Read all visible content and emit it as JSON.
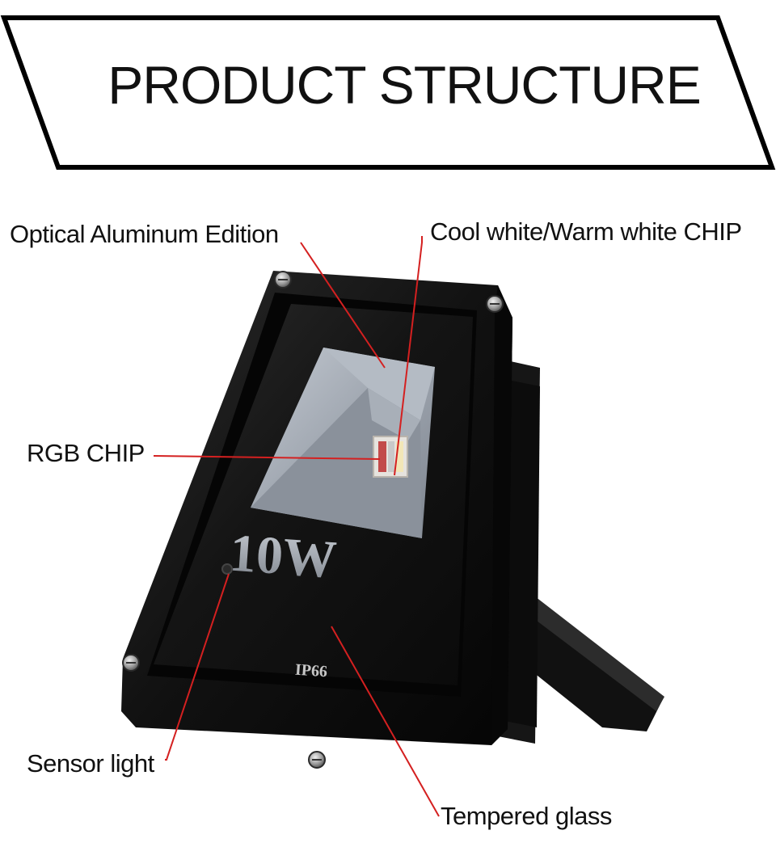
{
  "banner": {
    "title": "PRODUCT STRUCTURE"
  },
  "product": {
    "wattage": "10W",
    "rating": "IP66"
  },
  "callouts": {
    "optical": "Optical Aluminum Edition",
    "chip_white": "Cool white/Warm white CHIP",
    "chip_rgb": "RGB CHIP",
    "sensor": "Sensor light",
    "glass": "Tempered glass"
  },
  "colors": {
    "leader_line": "#d42020",
    "housing": "#0d0d0d",
    "reflector": "#9ba2ac",
    "text": "#111111"
  }
}
